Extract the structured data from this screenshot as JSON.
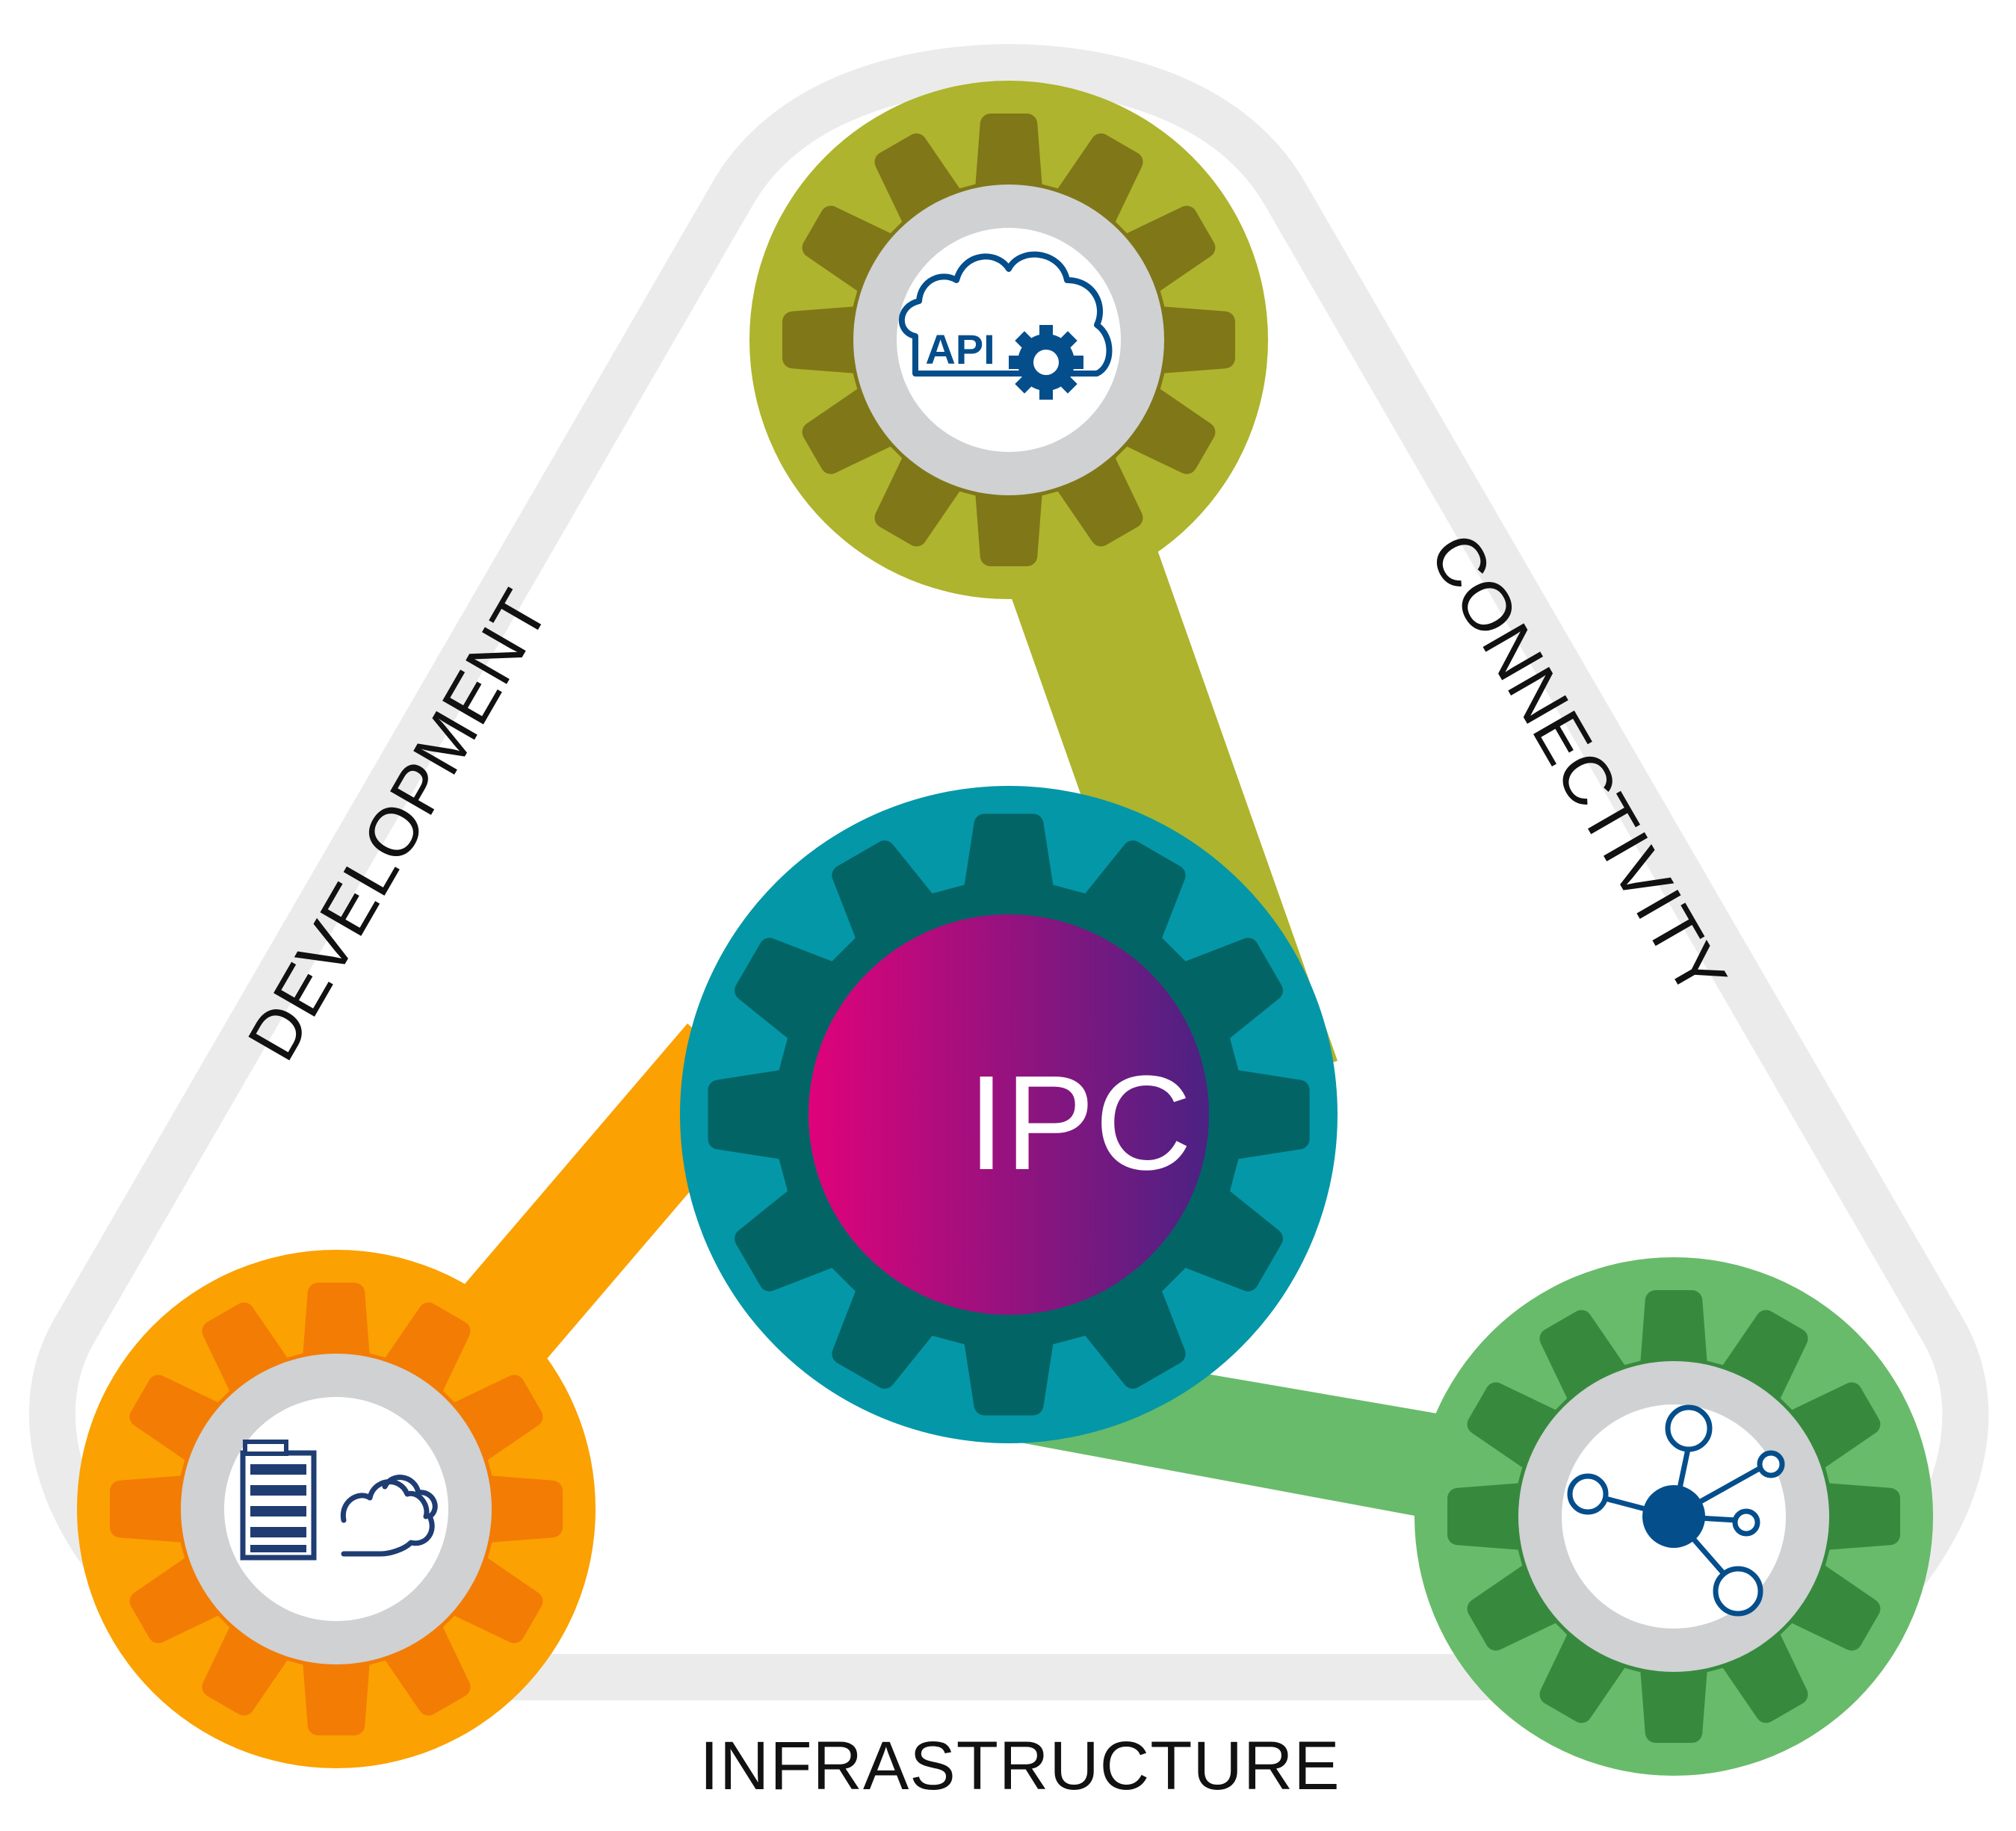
{
  "center": {
    "label": "IPC",
    "outer_color": "#0497a8",
    "gear_color": "#036466",
    "gradient_start": "#e0027a",
    "gradient_end": "#4b2283"
  },
  "labels": {
    "development": "DEVELOPMENT",
    "connectivity": "CONNECTIVITY",
    "infrastructure": "INFRASTRUCTURE"
  },
  "nodes": {
    "api": {
      "icon": "cloud-api-gear-icon",
      "icon_text": "API",
      "outer_color": "#aeb42d",
      "gear_color": "#807719",
      "arm_color": "#aeb42d"
    },
    "cloud_server": {
      "icon": "cloud-server-icon",
      "outer_color": "#fba102",
      "gear_color": "#f37c04",
      "arm_color": "#fba102"
    },
    "network": {
      "icon": "network-hub-icon",
      "outer_color": "#68bb6a",
      "gear_color": "#378a3d",
      "arm_color": "#68bb6a"
    }
  },
  "frame_color": "#ebebeb",
  "ring_color": "#cfd1d3",
  "icon_color": "#054e8c"
}
